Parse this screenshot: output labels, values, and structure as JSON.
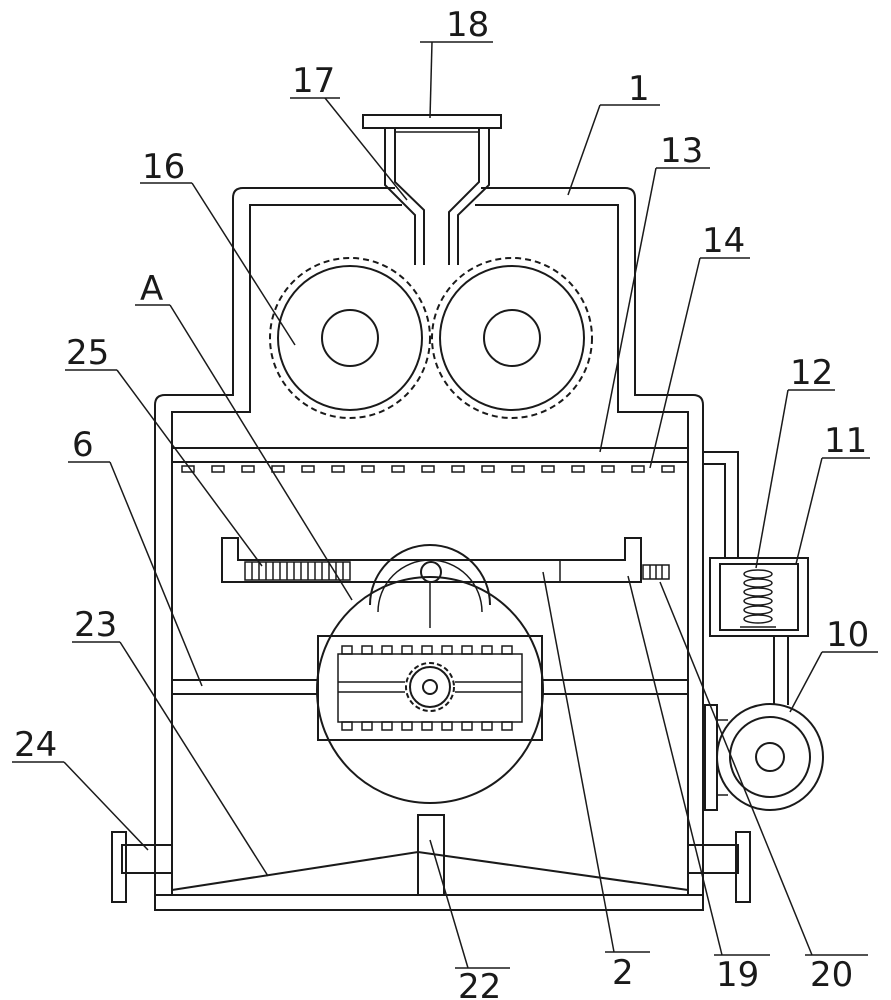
{
  "labels": {
    "l1": "1",
    "l2": "2",
    "l6": "6",
    "l10": "10",
    "l11": "11",
    "l12": "12",
    "l13": "13",
    "l14": "14",
    "l16": "16",
    "l17": "17",
    "l18": "18",
    "l19": "19",
    "l20": "20",
    "l22": "22",
    "l23": "23",
    "l24": "24",
    "l25": "25",
    "lA": "A"
  }
}
